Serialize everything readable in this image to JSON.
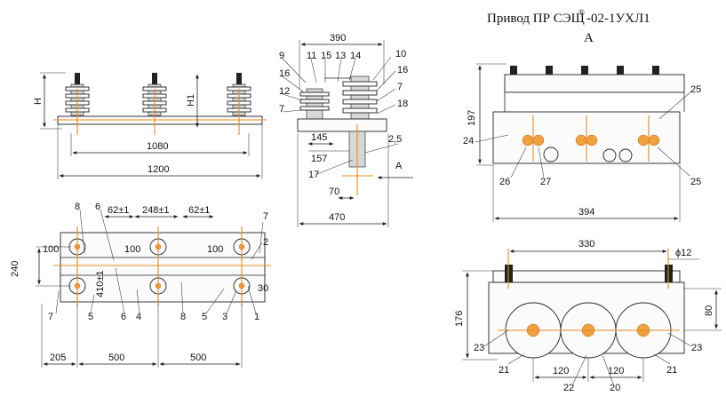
{
  "title": {
    "text": "Привод ПР СЭЩ",
    "reg": "®",
    "suffix": "-02-1УХЛ1"
  },
  "view_letter": "А",
  "front_view": {
    "dims": {
      "h": "H",
      "h1": "H1",
      "d1080": "1080",
      "d1200": "1200"
    }
  },
  "side_view": {
    "dims": {
      "d390": "390",
      "d145": "145",
      "d157": "157",
      "d70": "70",
      "d470": "470",
      "d2_5": "2,5"
    },
    "arrow_label": "А",
    "callouts": {
      "c9": "9",
      "c11": "11",
      "c15": "15",
      "c13": "13",
      "c14": "14",
      "c10": "10",
      "c16a": "16",
      "c12": "12",
      "c7a": "7",
      "c16b": "16",
      "c7b": "7",
      "c18": "18",
      "c17": "17"
    }
  },
  "top_view": {
    "dims": {
      "d62a": "62±1",
      "d248": "248±1",
      "d62b": "62±1",
      "d100a": "100",
      "d100b": "100",
      "d100c": "100",
      "d240": "240",
      "d410": "410±1",
      "d205": "205",
      "d500a": "500",
      "d500b": "500",
      "d30": "30"
    },
    "callouts": {
      "c8a": "8",
      "c6a": "6",
      "c7a": "7",
      "c2": "2",
      "c7b": "7",
      "c5a": "5",
      "c6b": "6",
      "c4": "4",
      "c8b": "8",
      "c5b": "5",
      "c3": "3",
      "c1": "1"
    }
  },
  "drive_front": {
    "dims": {
      "d197": "197",
      "d394": "394"
    },
    "callouts": {
      "c25a": "25",
      "c24": "24",
      "c26": "26",
      "c27": "27",
      "c25b": "25"
    }
  },
  "drive_bottom": {
    "dims": {
      "d330": "330",
      "phi12": "ϕ12",
      "d80": "80",
      "d176": "176",
      "d120a": "120",
      "d120b": "120"
    },
    "callouts": {
      "c23a": "23",
      "c23b": "23",
      "c21a": "21",
      "c21b": "21",
      "c22": "22",
      "c20": "20"
    }
  }
}
